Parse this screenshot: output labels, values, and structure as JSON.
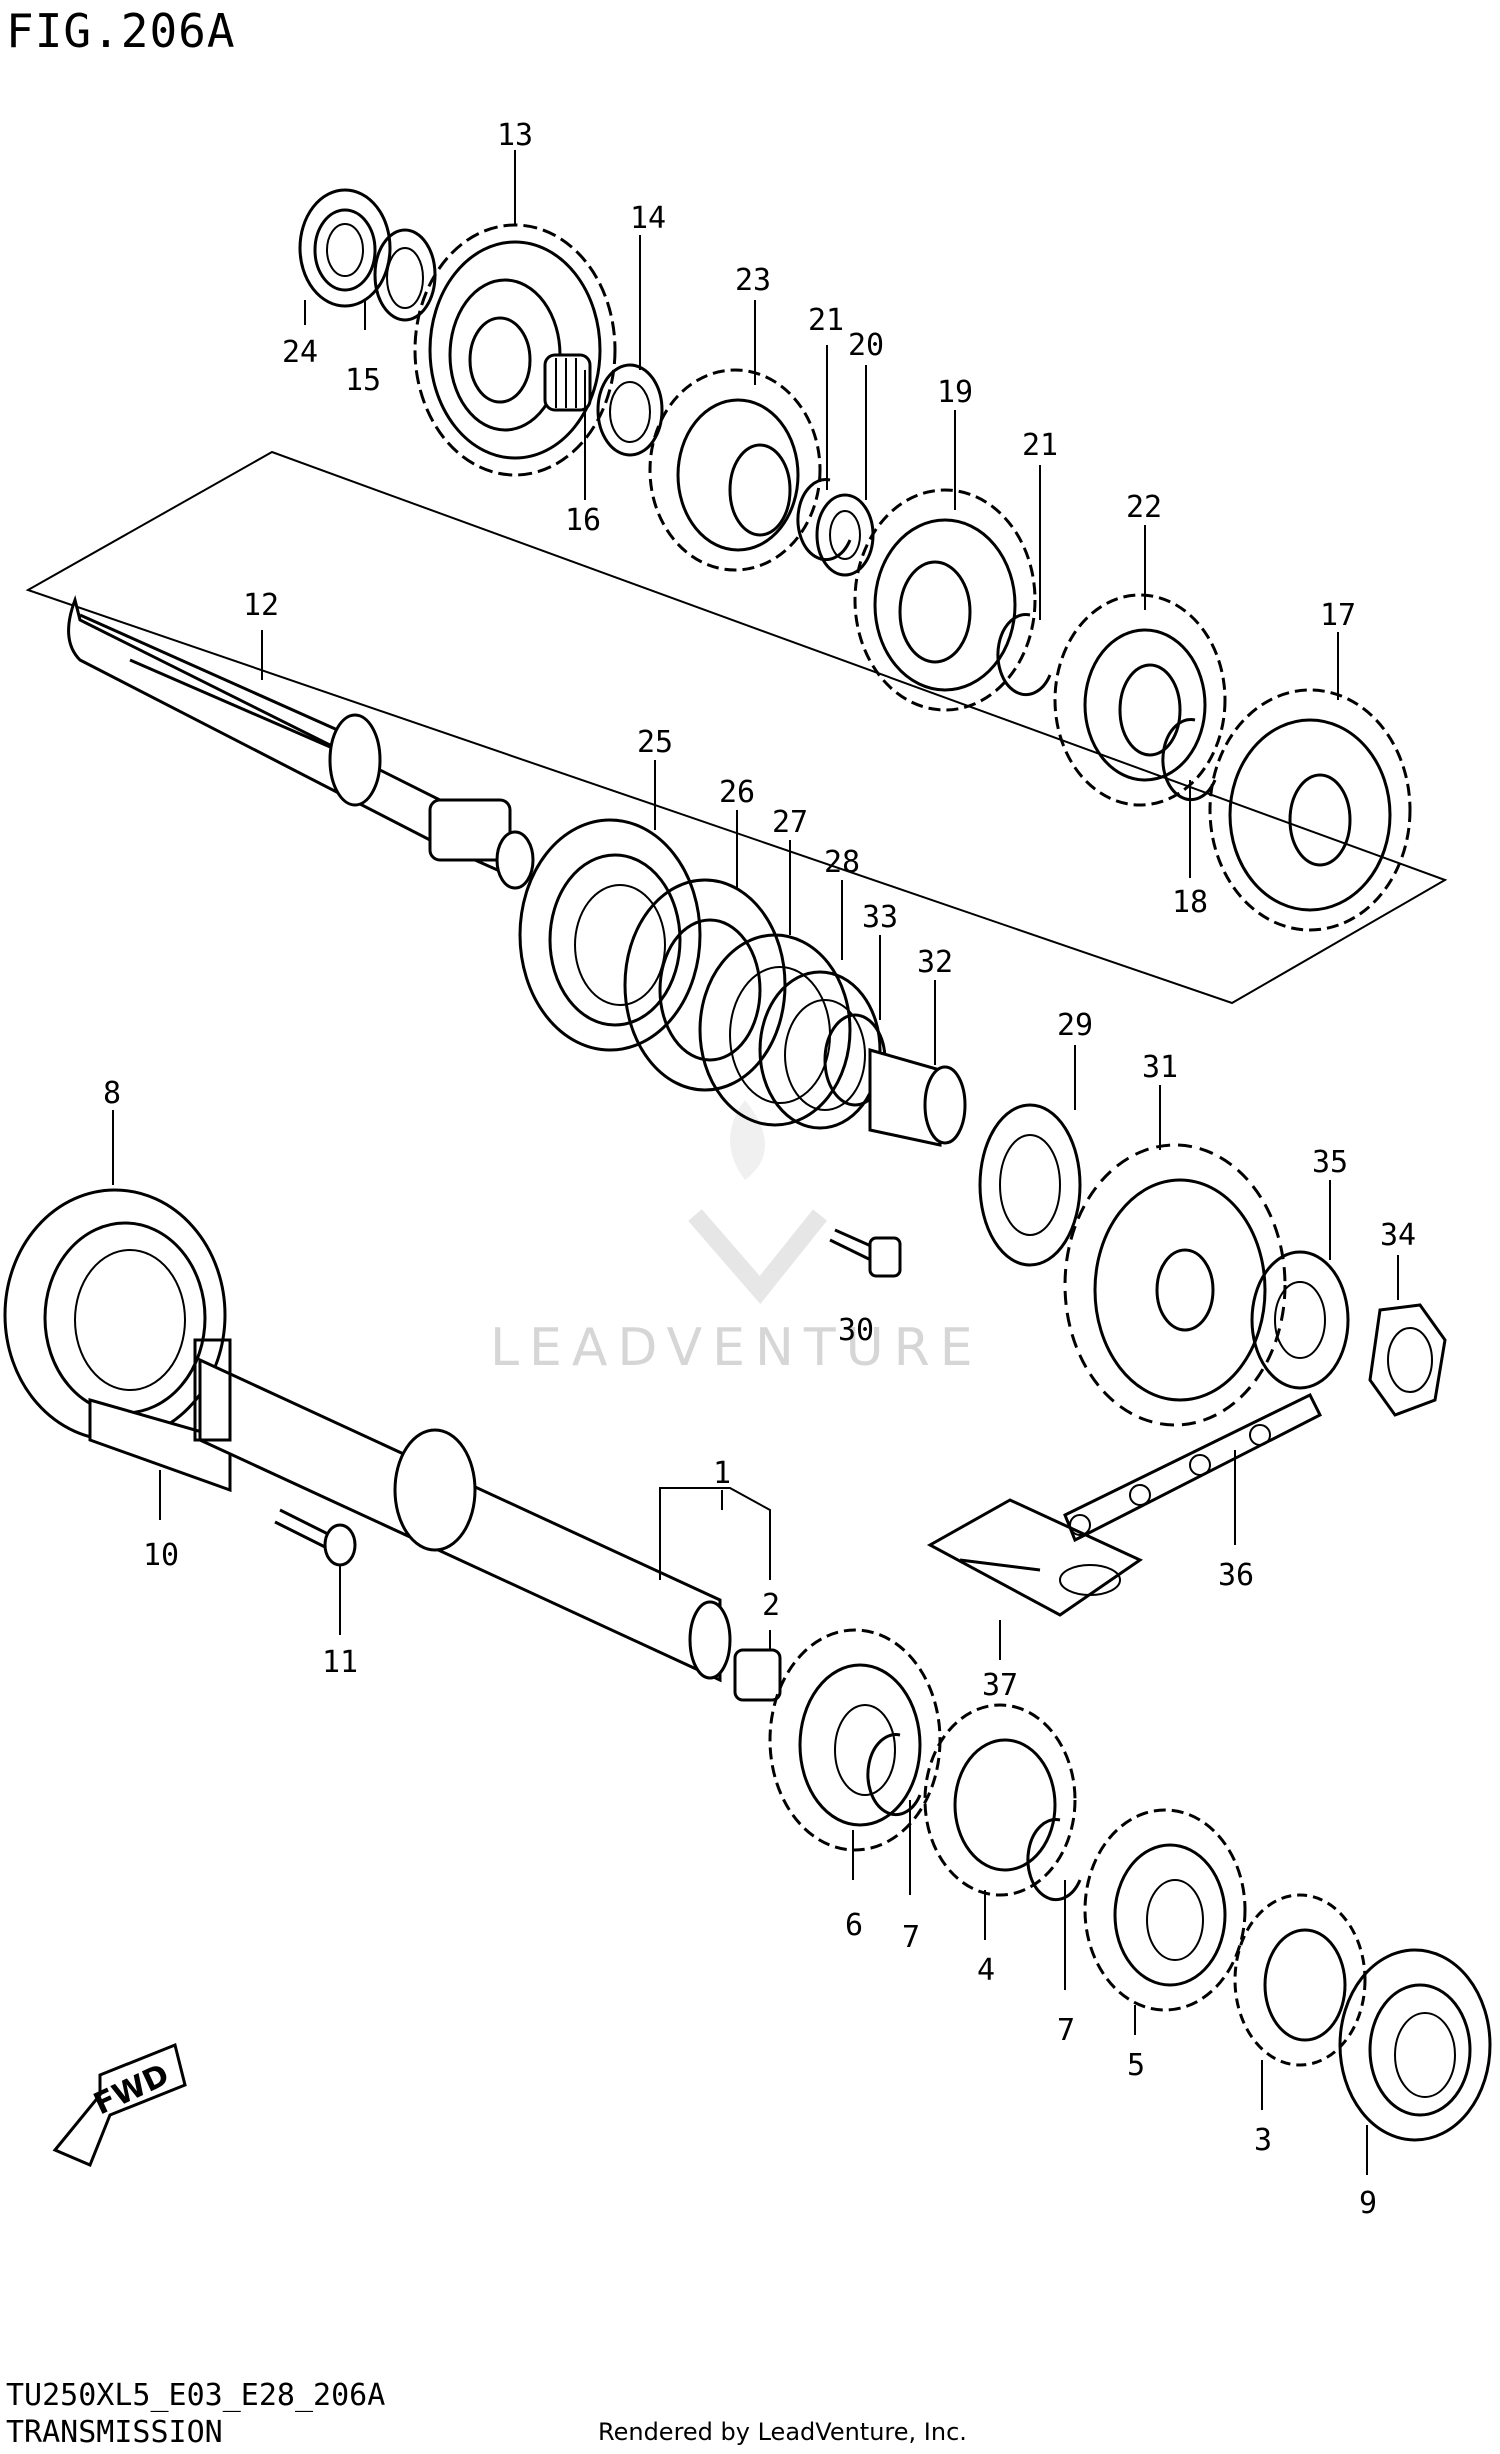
{
  "figure": {
    "title": "FIG.206A",
    "watermark": "LEADVENTURE",
    "fwd_label": "FWD"
  },
  "footer": {
    "code": "TU250XL5_E03_E28_206A",
    "name": "TRANSMISSION",
    "rendered_by": "Rendered by LeadVenture, Inc."
  },
  "parts": [
    {
      "id": "part-1",
      "label": "1"
    },
    {
      "id": "part-2",
      "label": "2"
    },
    {
      "id": "part-3",
      "label": "3"
    },
    {
      "id": "part-4",
      "label": "4"
    },
    {
      "id": "part-5",
      "label": "5"
    },
    {
      "id": "part-6",
      "label": "6"
    },
    {
      "id": "part-7a",
      "label": "7"
    },
    {
      "id": "part-7b",
      "label": "7"
    },
    {
      "id": "part-8",
      "label": "8"
    },
    {
      "id": "part-9",
      "label": "9"
    },
    {
      "id": "part-10",
      "label": "10"
    },
    {
      "id": "part-11",
      "label": "11"
    },
    {
      "id": "part-12",
      "label": "12"
    },
    {
      "id": "part-13",
      "label": "13"
    },
    {
      "id": "part-14",
      "label": "14"
    },
    {
      "id": "part-15",
      "label": "15"
    },
    {
      "id": "part-16",
      "label": "16"
    },
    {
      "id": "part-17",
      "label": "17"
    },
    {
      "id": "part-18",
      "label": "18"
    },
    {
      "id": "part-19",
      "label": "19"
    },
    {
      "id": "part-20",
      "label": "20"
    },
    {
      "id": "part-21a",
      "label": "21"
    },
    {
      "id": "part-21b",
      "label": "21"
    },
    {
      "id": "part-22",
      "label": "22"
    },
    {
      "id": "part-23",
      "label": "23"
    },
    {
      "id": "part-24",
      "label": "24"
    },
    {
      "id": "part-25",
      "label": "25"
    },
    {
      "id": "part-26",
      "label": "26"
    },
    {
      "id": "part-27",
      "label": "27"
    },
    {
      "id": "part-28",
      "label": "28"
    },
    {
      "id": "part-29",
      "label": "29"
    },
    {
      "id": "part-30",
      "label": "30"
    },
    {
      "id": "part-31",
      "label": "31"
    },
    {
      "id": "part-32",
      "label": "32"
    },
    {
      "id": "part-33",
      "label": "33"
    },
    {
      "id": "part-34",
      "label": "34"
    },
    {
      "id": "part-35",
      "label": "35"
    },
    {
      "id": "part-36",
      "label": "36"
    },
    {
      "id": "part-37",
      "label": "37"
    }
  ]
}
